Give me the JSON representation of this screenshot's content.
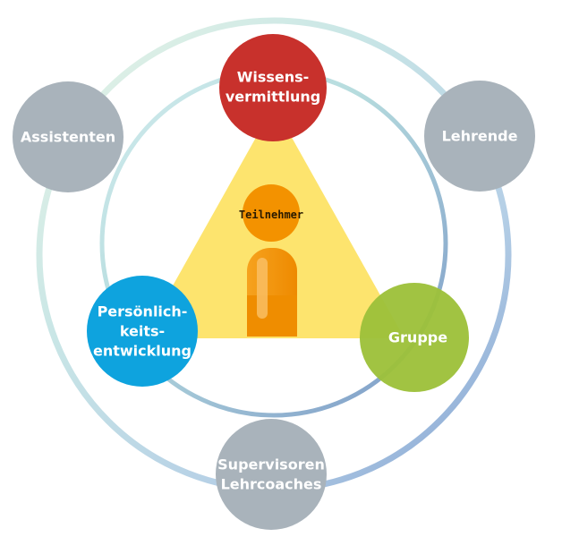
{
  "colors": {
    "background": "#ffffff",
    "grey_node": "#a9b3bb",
    "red_node": "#c8312c",
    "green_node": "#9dc13a",
    "blue_node": "#0ea3de",
    "triangle": "#fde46e",
    "person": "#f39200",
    "person_highlight": "#f9b956",
    "outer_ring_start": "#d6eef0",
    "outer_ring_end": "#8aa9d4",
    "inner_ring_start": "#bfe1e4",
    "inner_ring_end": "#7f9ecd"
  },
  "nodes": {
    "wissen": {
      "line1": "Wissens-",
      "line2": "vermittlung"
    },
    "persoenlich": {
      "line1": "Persönlich-",
      "line2": "keits-",
      "line3": "entwicklung"
    },
    "gruppe": {
      "line1": "Gruppe"
    },
    "assistenten": {
      "line1": "Assistenten"
    },
    "lehrende": {
      "line1": "Lehrende"
    },
    "supervisoren": {
      "line1": "Supervisoren",
      "line2": "Lehrcoaches"
    }
  },
  "person": {
    "label": "Teilnehmer",
    "icon": "person-icon"
  }
}
